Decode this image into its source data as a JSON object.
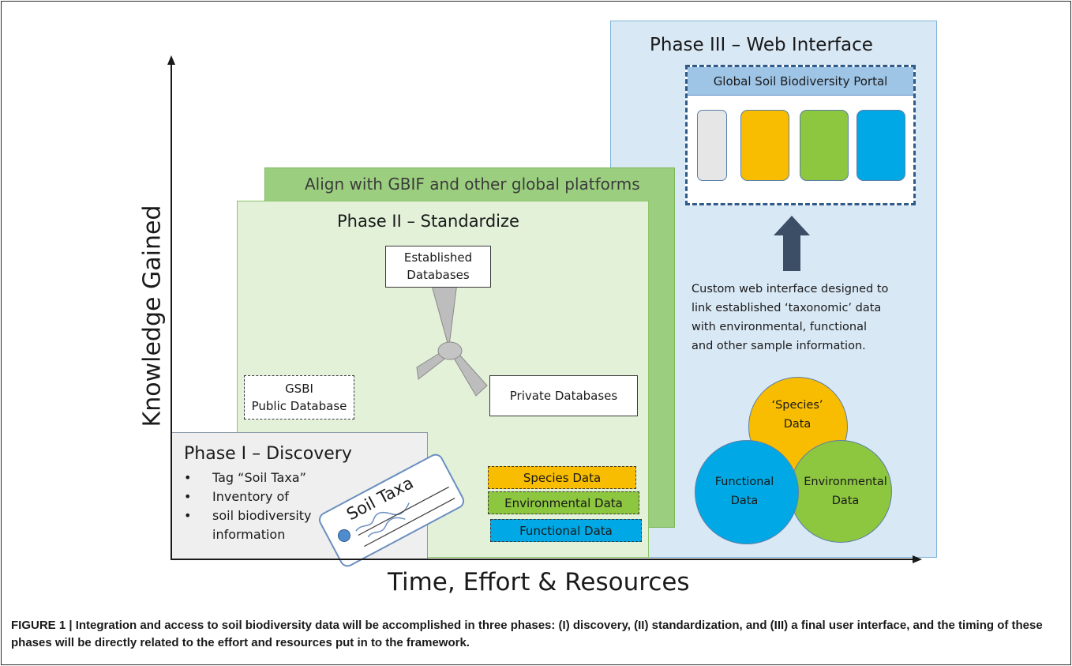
{
  "axes": {
    "y_label": "Knowledge Gained",
    "x_label": "Time, Effort & Resources"
  },
  "phase1": {
    "title": "Phase I – Discovery",
    "bullets": [
      "Tag “Soil Taxa”",
      "Inventory of",
      "soil biodiversity information"
    ],
    "tag_label": "Soil Taxa"
  },
  "phase2": {
    "align_banner": "Align with GBIF and other global platforms",
    "title": "Phase II – Standardize",
    "established": [
      "Established",
      "Databases"
    ],
    "gsbi": [
      "GSBI",
      "Public Database"
    ],
    "private": "Private Databases",
    "data_tags": [
      {
        "label": "Species Data",
        "color": "#f8bd00"
      },
      {
        "label": "Environmental Data",
        "color": "#8dc63f"
      },
      {
        "label": "Functional Data",
        "color": "#00a9e6"
      }
    ]
  },
  "phase3": {
    "title": "Phase III – Web Interface",
    "portal_title": "Global Soil Biodiversity Portal",
    "module_colors": [
      "#e6e6e6",
      "#f8bd00",
      "#8dc63f",
      "#00a9e6"
    ],
    "description": [
      "Custom web interface designed to",
      "link established ‘taxonomic’ data",
      "with environmental, functional",
      "and other sample information."
    ],
    "venn": {
      "species": [
        "‘Species’",
        "Data"
      ],
      "functional": [
        "Functional",
        "Data"
      ],
      "environmental": [
        "Environmental",
        "Data"
      ]
    }
  },
  "colors": {
    "phase1_bg": "#efefef",
    "phase2_bg": "#e3f1d9",
    "phase2_border": "#8dc56a",
    "align_bg": "#9bcf7f",
    "phase3_bg": "#d9e8f5",
    "phase3_border": "#7fb3d9",
    "portal_header": "#9ec4e6",
    "arrow": "#3b4e66"
  },
  "caption": {
    "bold_prefix": "FIGURE 1 | ",
    "text": "Integration and access to soil biodiversity data will be accomplished in three phases: (I) discovery, (II) standardization, and (III) a final user interface, and the timing of these phases will be directly related to the effort and resources put in to the framework."
  }
}
